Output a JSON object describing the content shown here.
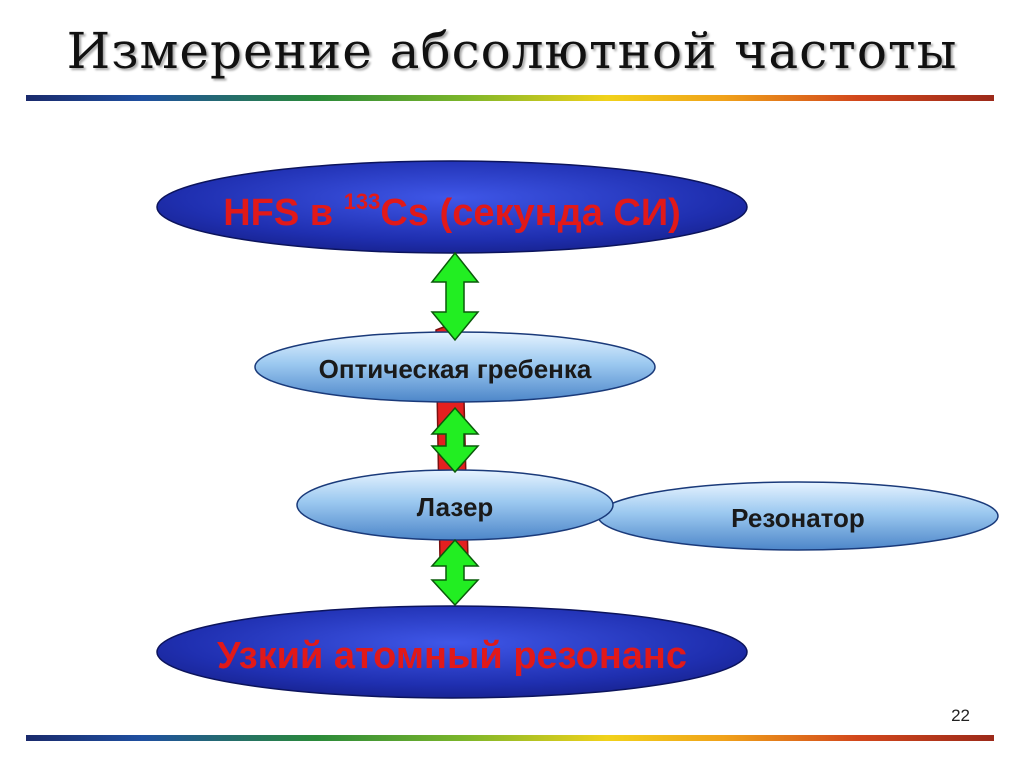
{
  "slide": {
    "title": "Измерение абсолютной частоты",
    "page_number": "22"
  },
  "diagram": {
    "top_node": {
      "pre": "HFS в ",
      "sup": "133",
      "post": "Cs (секунда СИ)"
    },
    "comb_node": "Оптическая гребенка",
    "laser_node": "Лазер",
    "resonator_node": "Резонатор",
    "bottom_node": "Узкий атомный резонанс"
  },
  "colors": {
    "dark_node_fill": "#1f2fb0",
    "light_node_fill": "#7fb6e6",
    "arrow_green": "#22ee22",
    "connector_red": "#e42020",
    "dark_label": "#e11919"
  }
}
